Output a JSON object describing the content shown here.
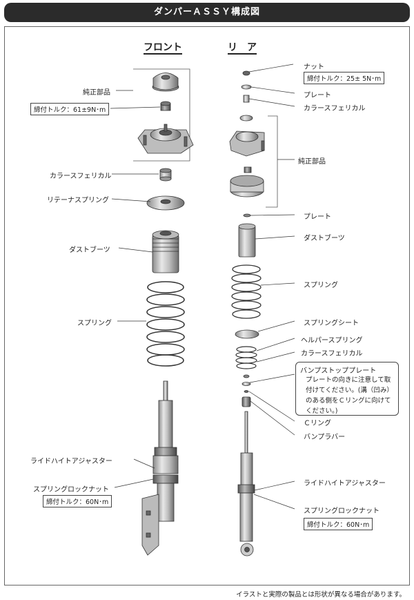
{
  "header": {
    "title": "ダンパーＡＳＳＹ構成図"
  },
  "columns": {
    "front": "フロント",
    "rear": "リ　ア"
  },
  "front_labels": {
    "genuine_parts": "純正部品",
    "torque_top": "締付トルク：61±9N･m",
    "collar_spherical": "カラースフェリカル",
    "retainer_spring": "リテーナスプリング",
    "dust_boots": "ダストブーツ",
    "spring": "スプリング",
    "ride_height_adjuster": "ライドハイトアジャスター",
    "spring_lock_nut": "スプリングロックナット",
    "torque_lock": "締付トルク：60N･m"
  },
  "rear_labels": {
    "nut": "ナット",
    "torque_nut": "締付トルク：25± 5N･m",
    "plate_top": "プレート",
    "collar_spherical_top": "カラースフェリカル",
    "genuine_parts": "純正部品",
    "plate_mid": "プレート",
    "dust_boots": "ダストブーツ",
    "spring": "スプリング",
    "spring_seat": "スプリングシート",
    "helper_spring": "ヘルパースプリング",
    "collar_spherical_bottom": "カラースフェリカル",
    "c_ring": "Ｃリング",
    "bump_rubber": "バンプラバー",
    "ride_height_adjuster": "ライドハイトアジャスター",
    "spring_lock_nut": "スプリングロックナット",
    "torque_lock": "締付トルク：60N･m"
  },
  "note": {
    "title": "バンプストッププレート",
    "body": "プレートの向きに注意して取付けてください。(溝（凹み）のある側をＣリングに向けてください。)"
  },
  "footer": "イラストと実際の製品とは形状が異なる場合があります。"
}
